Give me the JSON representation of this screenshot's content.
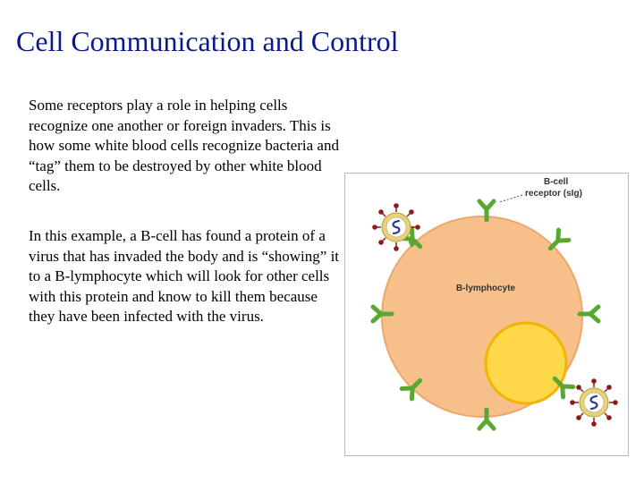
{
  "slide": {
    "title": "Cell Communication and Control",
    "paragraph_1": "Some receptors play a role in helping cells recognize one another or foreign invaders. This is how some white blood cells recognize bacteria and “tag” them to be destroyed by other white blood cells.",
    "paragraph_2": "In this example, a B-cell has found a protein of a virus that has invaded the body and is “showing” it to a B-lymphocyte which will look for other cells with this protein and know to kill them because they have been infected with the virus."
  },
  "figure": {
    "receptor_label_line1": "B-cell",
    "receptor_label_line2": "receptor (sIg)",
    "cell_label": "B-lymphocyte",
    "colors": {
      "title": "#0a1a8c",
      "cell": "#f7c08a",
      "cell_outline": "#eba86a",
      "nucleus": "#ffd84a",
      "nucleus_outline": "#f2b400",
      "receptor": "#5aa832",
      "virus_spike": "#8b1a1a",
      "virus_ring": "#e6d27a"
    }
  }
}
